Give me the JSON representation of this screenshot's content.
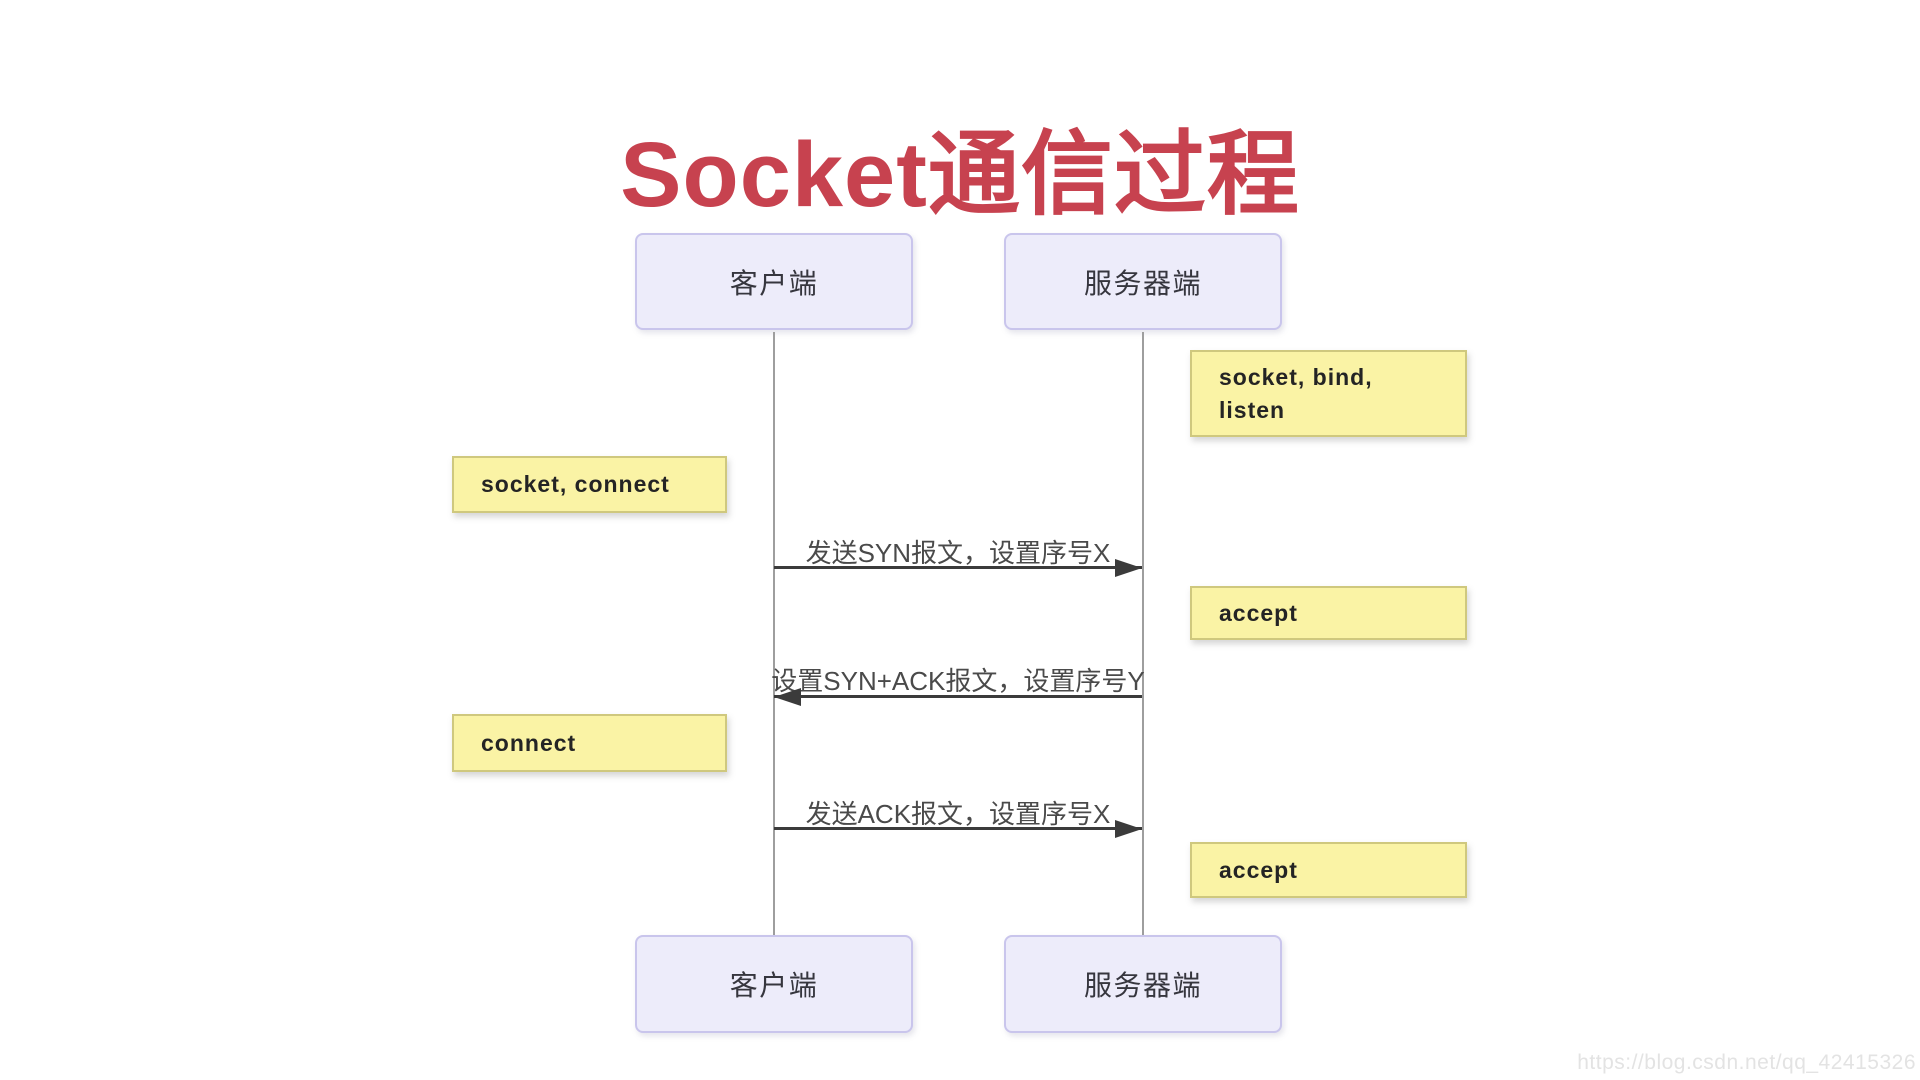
{
  "title": {
    "text": "Socket通信过程"
  },
  "actors": {
    "client": {
      "label": "客户端"
    },
    "server": {
      "label": "服务器端"
    }
  },
  "notes": [
    {
      "name": "socket-bind-listen",
      "lines": [
        "socket, bind,",
        "listen"
      ]
    },
    {
      "name": "socket-connect",
      "text": "socket, connect"
    },
    {
      "name": "accept-1",
      "text": "accept"
    },
    {
      "name": "connect",
      "text": "connect"
    },
    {
      "name": "accept-2",
      "text": "accept"
    }
  ],
  "messages": [
    {
      "label": "发送SYN报文，设置序号X",
      "direction": "right",
      "from": "client",
      "to": "server"
    },
    {
      "label": "设置SYN+ACK报文，设置序号Y",
      "direction": "left",
      "from": "server",
      "to": "client"
    },
    {
      "label": "发送ACK报文，设置序号X",
      "direction": "right",
      "from": "client",
      "to": "server"
    }
  ],
  "watermark": {
    "url": "https://blog.csdn.net/qq_42415326"
  },
  "colors": {
    "title": "#C7424F",
    "actor_fill": "#EDECFA",
    "actor_border": "#C9C5EC",
    "note_fill": "#FAF3A5",
    "note_border": "#CFC87E",
    "arrow": "#3B3B3B",
    "label_text": "#4A4A4A",
    "lifeline": "#9E9E9E",
    "watermark": "#E3E3E3"
  }
}
